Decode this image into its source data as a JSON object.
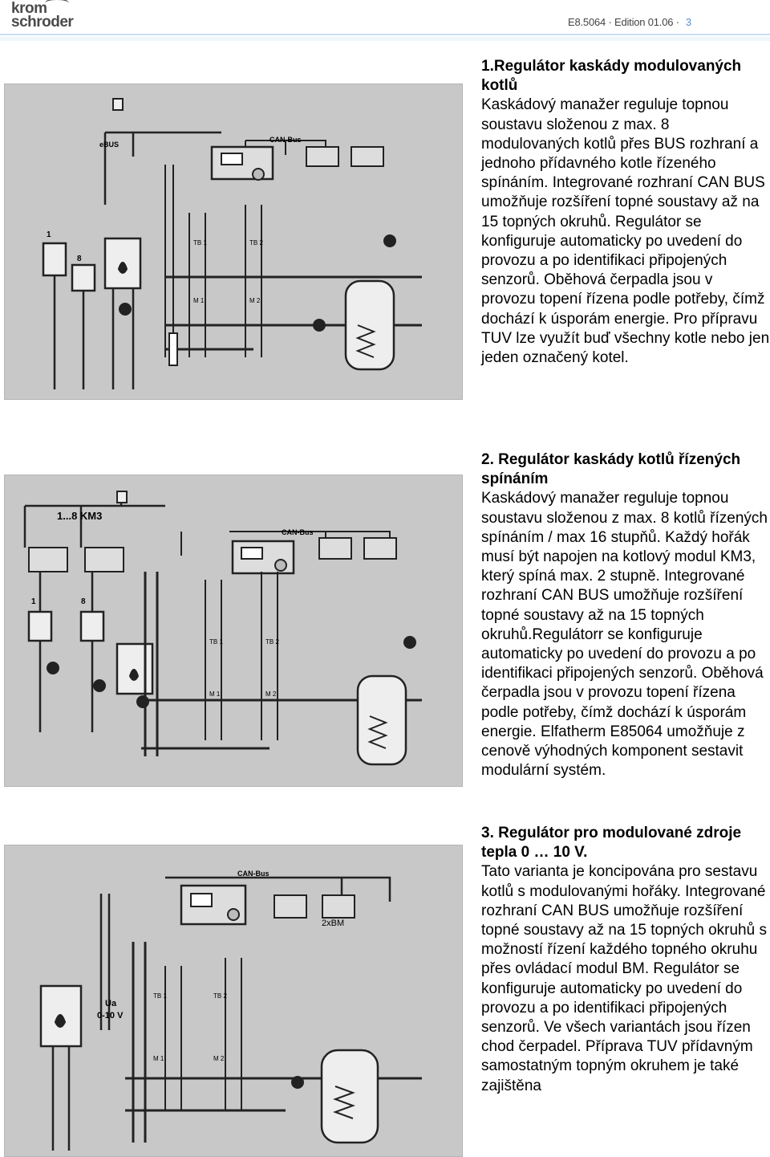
{
  "header": {
    "logo_line1": "krom",
    "logo_line2": "schroder",
    "edition": "E8.5064 · Edition 01.06 ·",
    "page_number": "3"
  },
  "sections": [
    {
      "title": "1.Regulátor kaskády modulovaných kotlů",
      "body": "Kaskádový manažer reguluje topnou soustavu složenou z max. 8 modulovaných kotlů přes BUS rozhraní a jednoho přídavného kotle řízeného spínáním. Integrované rozhraní CAN BUS umožňuje rozšíření topné soustavy až na 15 topných okruhů. Regulátor se konfiguruje automaticky po uvedení do provozu a po identifikaci připojených senzorů. Oběhová čerpadla jsou v provozu topení řízena podle potřeby, čímž dochází k úsporám energie. Pro přípravu TUV lze využít buď všechny kotle nebo jen jeden označený kotel."
    },
    {
      "title": "2. Regulátor kaskády kotlů řízených spínáním",
      "body": "Kaskádový manažer reguluje topnou soustavu složenou z max. 8 kotlů řízených spínáním / max 16 stupňů. Každý hořák musí být napojen na kotlový modul KM3, který spíná max. 2 stupně. Integrované rozhraní CAN BUS umožňuje rozšíření topné soustavy až na 15 topných okruhů.Regulátorr se konfiguruje automaticky po uvedení do provozu a po identifikaci připojených senzorů. Oběhová čerpadla jsou v provozu topení řízena podle potřeby, čímž dochází k úsporám energie. Elfatherm E85064 umožňuje z cenově výhodných komponent sestavit modulární systém."
    },
    {
      "title": "3. Regulátor pro modulované zdroje tepla 0 … 10 V.",
      "body": "Tato varianta je koncipována pro sestavu kotlů s modulovanými hořáky. Integrované rozhraní CAN BUS umožňuje rozšíření topné soustavy až na 15 topných okruhů s možností řízení každého topného okruhu přes ovládací modul BM. Regulátor se konfiguruje automaticky po uvedení do provozu a po identifikaci připojených senzorů. Ve všech variantách jsou řízen chod čerpadel. Příprava TUV přídavným samostatným topným okruhem je také zajištěna"
    }
  ],
  "diagrams": {
    "d1": {
      "labels": [
        "eBUS",
        "CAN-Bus",
        "1",
        "8",
        "TB 1",
        "TB 2",
        "M 1",
        "M 2"
      ]
    },
    "d2": {
      "labels": [
        "1...8 KM3",
        "CAN-Bus",
        "1",
        "8",
        "TB 1",
        "TB 2",
        "M 1",
        "M 2"
      ]
    },
    "d3": {
      "labels": [
        "CAN-Bus",
        "2xBM",
        "Ua",
        "0-10 V",
        "TB 1",
        "TB 2",
        "M 1",
        "M 2"
      ]
    }
  }
}
